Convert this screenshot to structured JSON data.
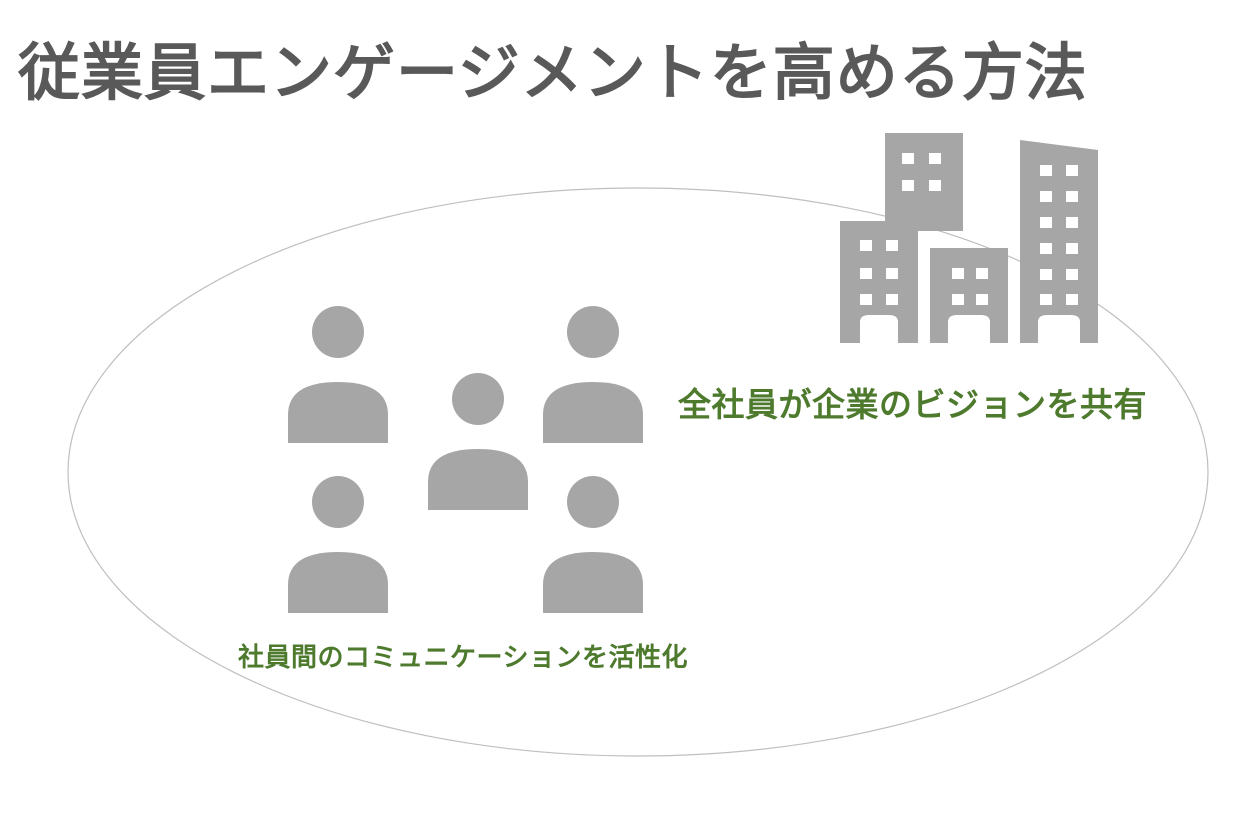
{
  "title": "従業員エンゲージメントを高める方法",
  "labels": {
    "vision": "全社員が企業のビジョンを共有",
    "communication": "社員間のコミュニケーションを活性化"
  },
  "icons": {
    "company": "office-buildings-icon",
    "people": [
      "person-icon",
      "person-icon",
      "person-icon",
      "person-icon",
      "person-icon"
    ]
  },
  "colors": {
    "title": "#595959",
    "icon": "#a6a6a6",
    "label": "#4e7a2e",
    "ellipse_stroke": "#bfbfbf"
  }
}
